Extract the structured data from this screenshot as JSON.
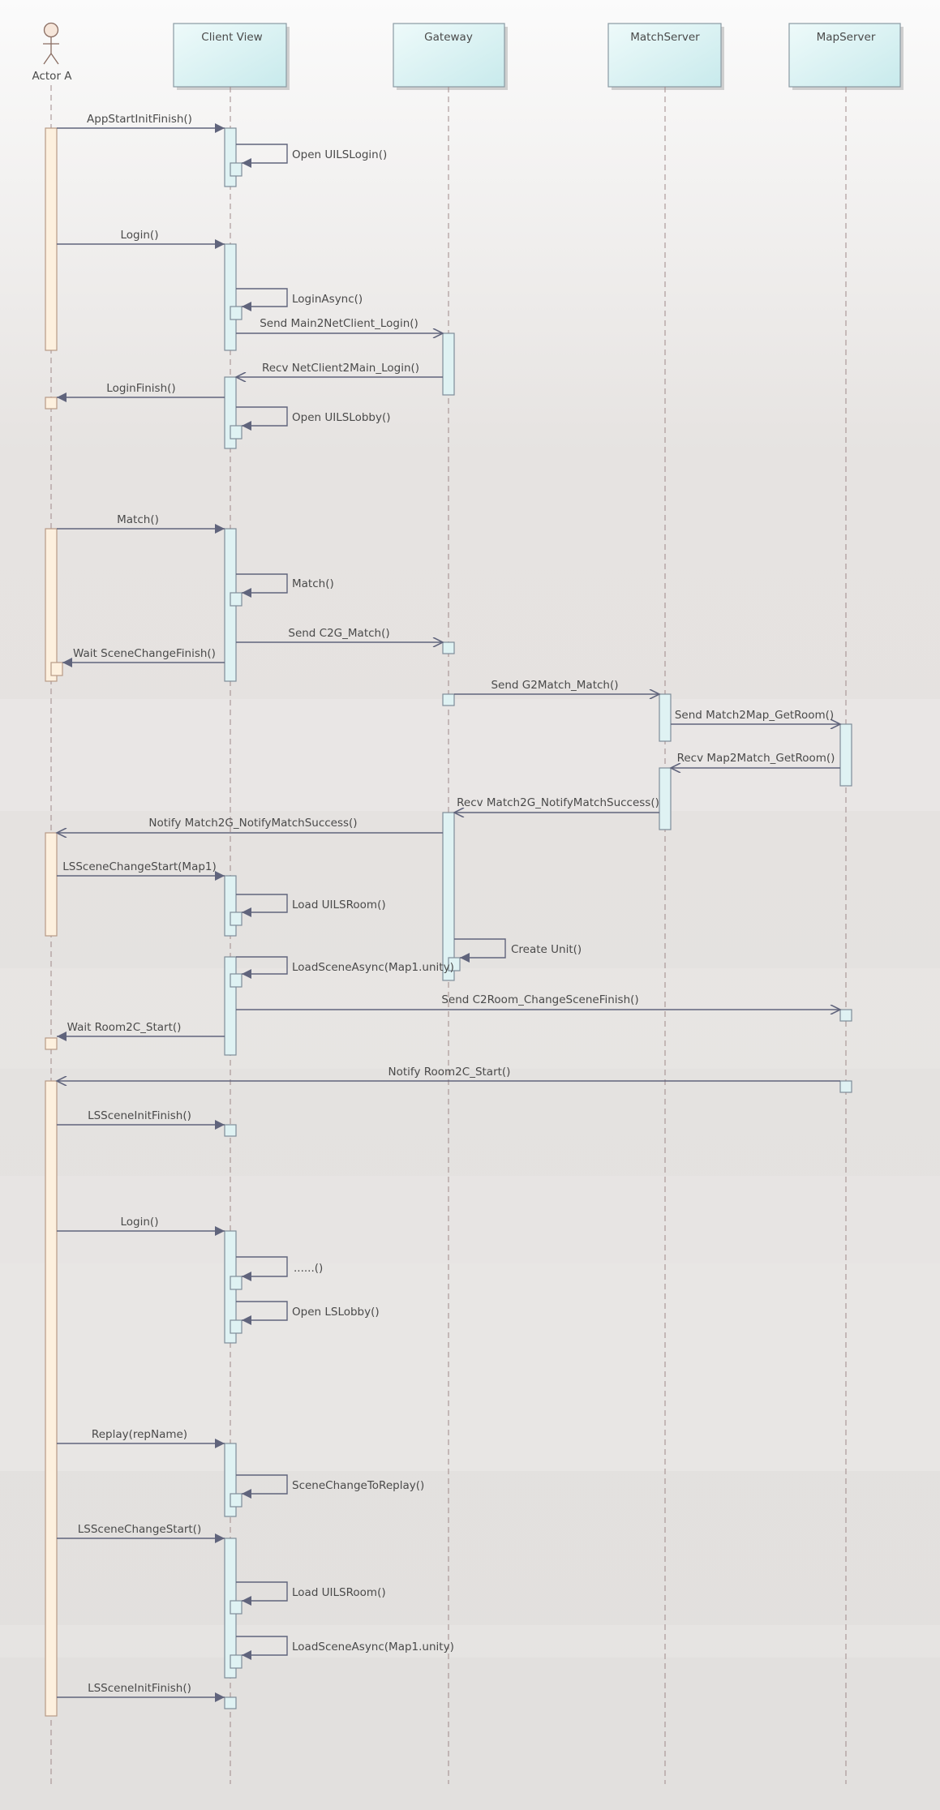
{
  "actor": {
    "label": "Actor A"
  },
  "participants": [
    {
      "id": "client",
      "label": "Client View"
    },
    {
      "id": "gateway",
      "label": "Gateway"
    },
    {
      "id": "match",
      "label": "MatchServer"
    },
    {
      "id": "map",
      "label": "MapServer"
    }
  ],
  "messages": [
    {
      "id": "m1",
      "label": "AppStartInitFinish()"
    },
    {
      "id": "m2",
      "label": "Open UILSLogin()"
    },
    {
      "id": "m3",
      "label": "Login()"
    },
    {
      "id": "m4",
      "label": "LoginAsync()"
    },
    {
      "id": "m5",
      "label": "Send Main2NetClient_Login()"
    },
    {
      "id": "m6",
      "label": "Recv NetClient2Main_Login()"
    },
    {
      "id": "m7",
      "label": "LoginFinish()"
    },
    {
      "id": "m8",
      "label": "Open UILSLobby()"
    },
    {
      "id": "m9",
      "label": "Match()"
    },
    {
      "id": "m10",
      "label": "Match()"
    },
    {
      "id": "m11",
      "label": "Send C2G_Match()"
    },
    {
      "id": "m12",
      "label": "Wait SceneChangeFinish()"
    },
    {
      "id": "m13",
      "label": "Send G2Match_Match()"
    },
    {
      "id": "m14",
      "label": "Send Match2Map_GetRoom()"
    },
    {
      "id": "m15",
      "label": "Recv Map2Match_GetRoom()"
    },
    {
      "id": "m16",
      "label": "Recv Match2G_NotifyMatchSuccess()"
    },
    {
      "id": "m17",
      "label": "Notify Match2G_NotifyMatchSuccess()"
    },
    {
      "id": "m18",
      "label": "LSSceneChangeStart(Map1)"
    },
    {
      "id": "m19",
      "label": "Load UILSRoom()"
    },
    {
      "id": "m20",
      "label": "Create Unit()"
    },
    {
      "id": "m21",
      "label": "LoadSceneAsync(Map1.unity)"
    },
    {
      "id": "m22",
      "label": "Send C2Room_ChangeSceneFinish()"
    },
    {
      "id": "m23",
      "label": "Wait Room2C_Start()"
    },
    {
      "id": "m24",
      "label": "Notify Room2C_Start()"
    },
    {
      "id": "m25",
      "label": "LSSceneInitFinish()"
    },
    {
      "id": "m26",
      "label": "Login()"
    },
    {
      "id": "m27",
      "label": "......()"
    },
    {
      "id": "m28",
      "label": "Open LSLobby()"
    },
    {
      "id": "m29",
      "label": "Replay(repName)"
    },
    {
      "id": "m30",
      "label": "SceneChangeToReplay()"
    },
    {
      "id": "m31",
      "label": "LSSceneChangeStart()"
    },
    {
      "id": "m32",
      "label": "Load UILSRoom()"
    },
    {
      "id": "m33",
      "label": "LoadSceneAsync(Map1.unity)"
    },
    {
      "id": "m34",
      "label": "LSSceneInitFinish()"
    }
  ]
}
